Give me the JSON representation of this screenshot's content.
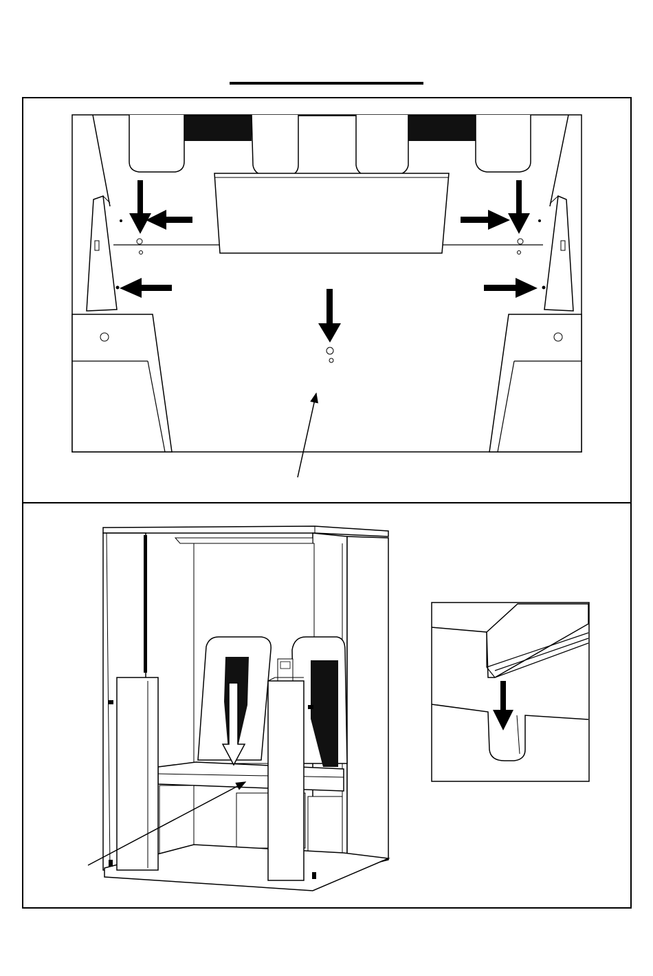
{
  "page": {
    "title": "",
    "background_color": "#ffffff",
    "ink_color": "#000000"
  },
  "panels": [
    {
      "id": "top",
      "description": "",
      "insets": []
    },
    {
      "id": "bottom",
      "description": "",
      "insets": [
        {
          "id": "detail-slot"
        }
      ]
    }
  ],
  "icons": {
    "arrow": "arrow-icon",
    "leader": "leader-line-icon"
  }
}
